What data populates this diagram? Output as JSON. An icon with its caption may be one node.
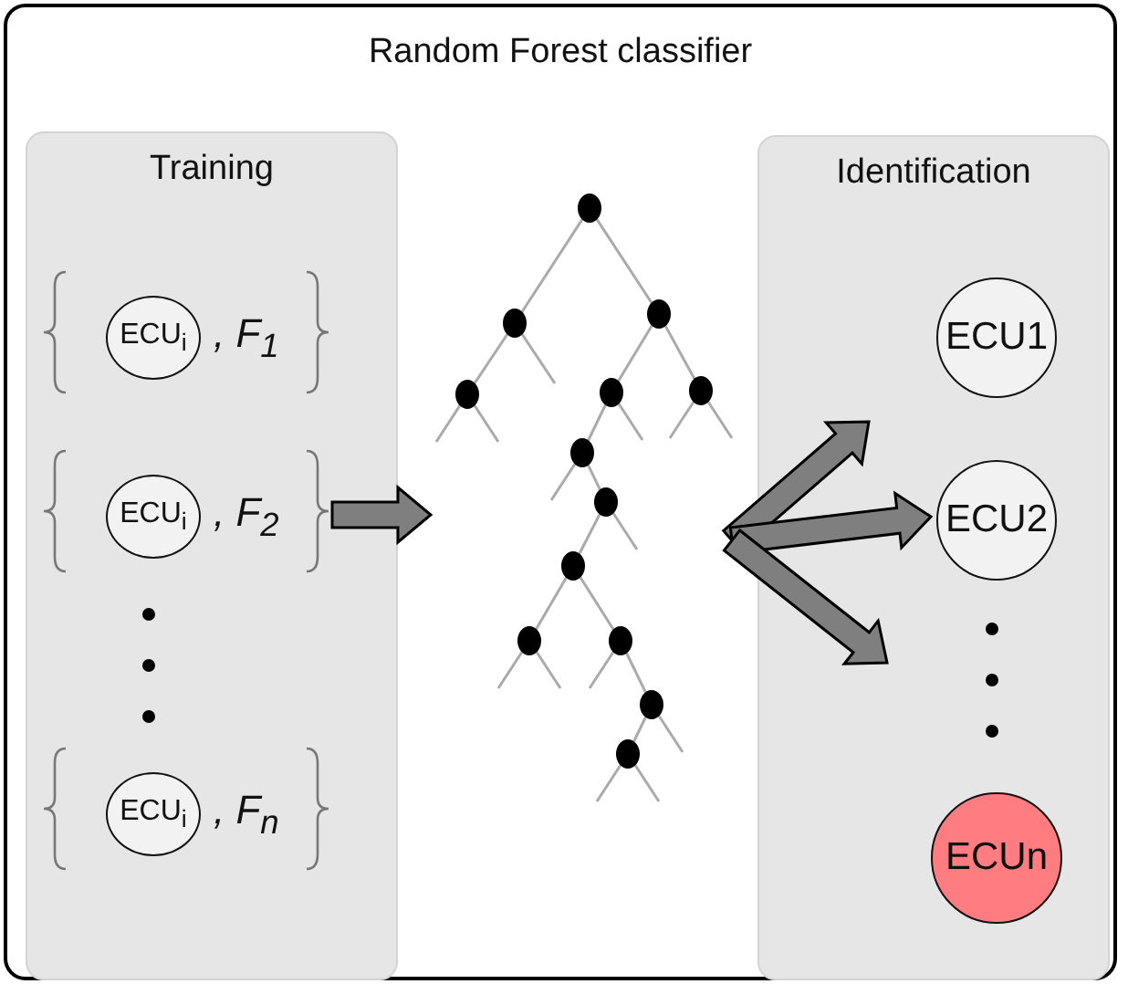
{
  "diagram": {
    "nodes": [
      {
        "text": [
          "Random Forest classifier"
        ]
      },
      {
        "text": [
          "Training"
        ],
        "in": 0
      },
      {
        "text": [
          "ECU$_{i}$"
        ],
        "in": 1,
        "beside": [
          ", F$_{1}$"
        ]
      },
      {
        "text": [
          "ECU$_{i}$"
        ],
        "in": 1,
        "beside": [
          ", F$_{2}$"
        ]
      },
      {
        "text": [
          "ECU$_{i}$"
        ],
        "in": 1,
        "beside": [
          ", F$_{n}$"
        ]
      },
      {
        "text": [
          "Identification"
        ],
        "in": 0
      },
      {
        "text": [
          "ECU1"
        ],
        "in": 5
      },
      {
        "text": [
          "ECU2"
        ],
        "in": 5
      },
      {
        "text": [
          "ECUn"
        ],
        "in": 5
      },
      {
        "text": [],
        "shape": "picture",
        "in": 0
      }
    ],
    "edges": [
      {
        "from": 1,
        "to": 9,
        "arrow": "to",
        "style": "thick"
      },
      {
        "from": 9,
        "to": null,
        "arrow": "to",
        "style": "thick"
      },
      {
        "from": 9,
        "to": 7,
        "arrow": "to",
        "style": "thick"
      },
      {
        "from": 9,
        "to": null,
        "arrow": "to",
        "style": "thick"
      }
    ]
  }
}
